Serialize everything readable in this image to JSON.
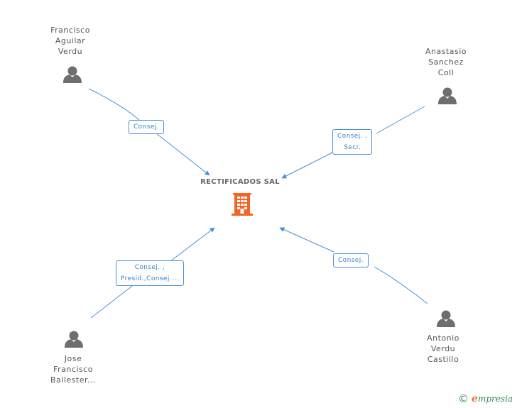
{
  "company": {
    "name": "RECTIFICADOS SAL",
    "icon": "building-icon",
    "color": "#f26522"
  },
  "people": [
    {
      "id": "p1",
      "name_lines": [
        "Francisco",
        "Aguilar",
        "Verdu"
      ],
      "role_lines": [
        "Consej."
      ]
    },
    {
      "id": "p2",
      "name_lines": [
        "Anastasio",
        "Sanchez",
        "Coll"
      ],
      "role_lines": [
        "Consej. ,",
        "Secr."
      ]
    },
    {
      "id": "p3",
      "name_lines": [
        "Jose",
        "Francisco",
        "Ballester..."
      ],
      "role_lines": [
        "Consej. ,",
        "Presid.,Consej...."
      ]
    },
    {
      "id": "p4",
      "name_lines": [
        "Antonio",
        "Verdu",
        "Castillo"
      ],
      "role_lines": [
        "Consej."
      ]
    }
  ],
  "footer": {
    "copyright_symbol": "©",
    "brand_initial": "e",
    "brand_rest": "mpresia"
  },
  "colors": {
    "edge": "#4a90d9",
    "person": "#6e6e6e"
  }
}
